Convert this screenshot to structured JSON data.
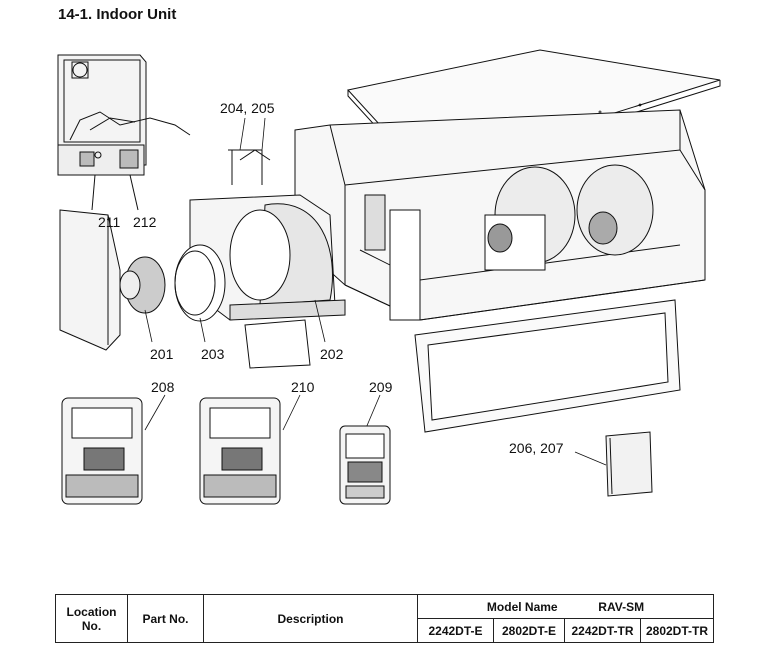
{
  "title": "14-1.  Indoor Unit",
  "callouts": {
    "c204_205": "204, 205",
    "c211": "211",
    "c212": "212",
    "c201": "201",
    "c203": "203",
    "c202": "202",
    "c208": "208",
    "c210": "210",
    "c209": "209",
    "c206_207": "206, 207"
  },
  "table": {
    "location_line1": "Location",
    "location_line2": "No.",
    "part_no": "Part No.",
    "description": "Description",
    "model_name": "Model Name",
    "model_prefix": "RAV-SM",
    "models": [
      "2242DT-E",
      "2802DT-E",
      "2242DT-TR",
      "2802DT-TR"
    ]
  }
}
